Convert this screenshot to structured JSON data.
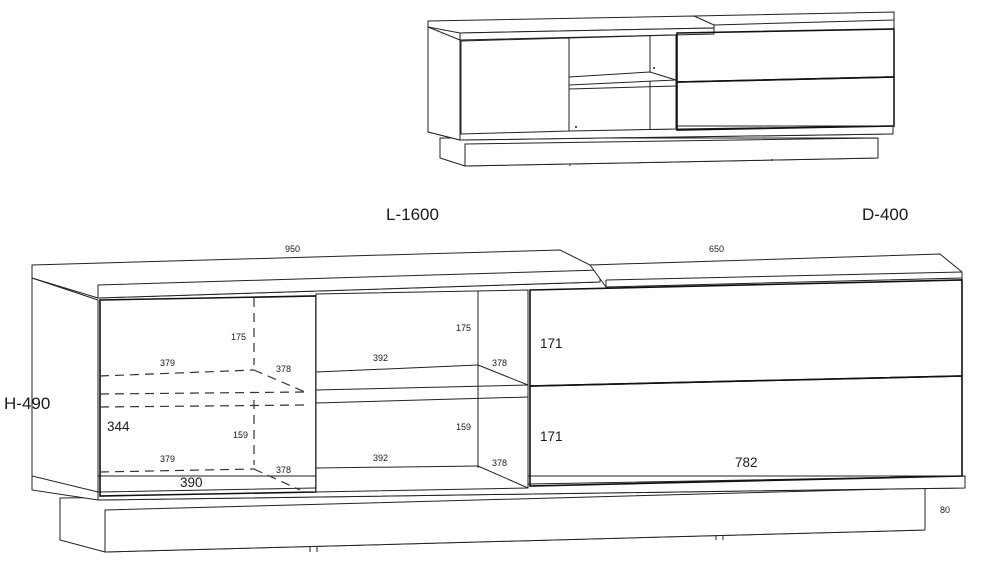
{
  "overall": {
    "length": "L-1600",
    "depth": "D-400",
    "height": "H-490"
  },
  "top_widths": {
    "left": "950",
    "right": "650"
  },
  "plinth_height": "80",
  "door_compartment": {
    "upper_height": "175",
    "upper_width": "379",
    "upper_depth": "378",
    "lower_height": "159",
    "lower_width": "379",
    "lower_depth": "378",
    "inner_height": "344",
    "door_width": "390"
  },
  "open_compartment": {
    "upper_height": "175",
    "upper_width": "392",
    "upper_depth": "378",
    "lower_height": "159",
    "lower_width": "392",
    "lower_depth": "378"
  },
  "drawers": {
    "top_height": "171",
    "bottom_height": "171",
    "width": "782"
  }
}
